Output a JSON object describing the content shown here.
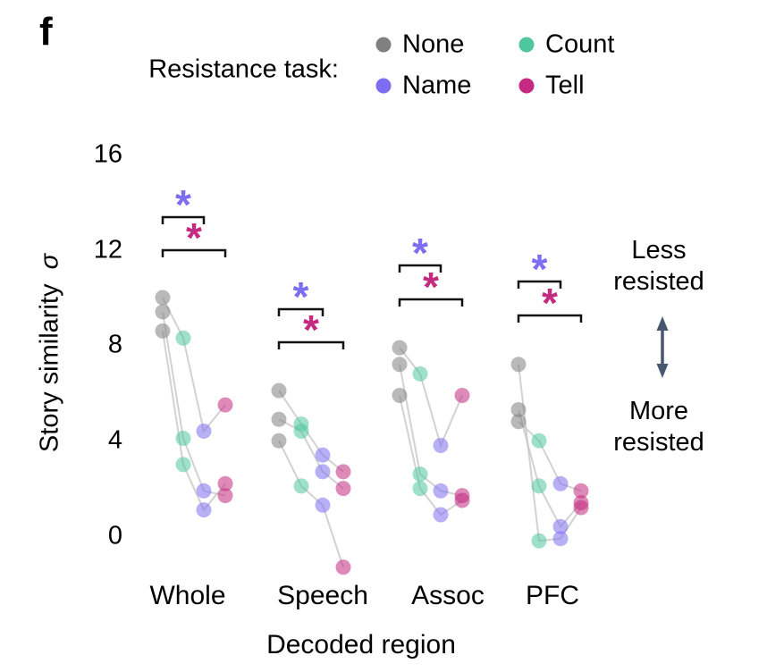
{
  "panel_label": "f",
  "legend": {
    "title": "Resistance task:",
    "items": [
      {
        "label": "None",
        "color": "#808080"
      },
      {
        "label": "Count",
        "color": "#4fc69c"
      },
      {
        "label": "Name",
        "color": "#7d6df0"
      },
      {
        "label": "Tell",
        "color": "#c32a80"
      }
    ]
  },
  "annotations": {
    "less_resisted": [
      "Less",
      "resisted"
    ],
    "more_resisted": [
      "More",
      "resisted"
    ],
    "arrow_color": "#47586e"
  },
  "chart_data": {
    "type": "scatter",
    "subtype": "paired-dot-plot-with-subject-lines",
    "title": "",
    "xlabel": "Decoded region",
    "ylabel": "Story similarity",
    "ylabel_symbol": "σ",
    "categories": [
      "Whole",
      "Speech",
      "Assoc",
      "PFC"
    ],
    "task_order": [
      "None",
      "Count",
      "Name",
      "Tell"
    ],
    "task_colors": {
      "None": "#808080",
      "Count": "#4fc69c",
      "Name": "#7d6df0",
      "Tell": "#c32a80"
    },
    "yticks": [
      16,
      12,
      8,
      4,
      0
    ],
    "ylim": [
      -2.5,
      17
    ],
    "grid": false,
    "legend_position": "top",
    "series": {
      "Whole": [
        [
          10.0,
          8.3,
          4.4,
          5.5
        ],
        [
          9.4,
          4.1,
          1.9,
          1.7
        ],
        [
          8.6,
          3.0,
          1.1,
          2.2
        ]
      ],
      "Speech": [
        [
          6.1,
          4.7,
          3.4,
          2.7
        ],
        [
          4.9,
          4.4,
          2.7,
          2.0
        ],
        [
          4.0,
          2.1,
          1.3,
          -1.3
        ]
      ],
      "Assoc": [
        [
          7.9,
          6.8,
          3.8,
          5.9
        ],
        [
          7.2,
          2.6,
          1.9,
          1.7
        ],
        [
          5.9,
          2.0,
          0.9,
          1.5
        ]
      ],
      "PFC": [
        [
          7.2,
          -0.2,
          -0.1,
          1.2
        ],
        [
          5.3,
          2.1,
          0.4,
          1.4
        ],
        [
          4.8,
          4.0,
          2.2,
          1.9
        ]
      ]
    },
    "significance": [
      {
        "region": "Whole",
        "comparisons": [
          {
            "vs": "Name",
            "symbol": "*"
          },
          {
            "vs": "Tell",
            "symbol": "*"
          }
        ]
      },
      {
        "region": "Speech",
        "comparisons": [
          {
            "vs": "Name",
            "symbol": "*"
          },
          {
            "vs": "Tell",
            "symbol": "*"
          }
        ]
      },
      {
        "region": "Assoc",
        "comparisons": [
          {
            "vs": "Name",
            "symbol": "*"
          },
          {
            "vs": "Tell",
            "symbol": "*"
          }
        ]
      },
      {
        "region": "PFC",
        "comparisons": [
          {
            "vs": "Name",
            "symbol": "*"
          },
          {
            "vs": "Tell",
            "symbol": "*"
          }
        ]
      }
    ]
  }
}
